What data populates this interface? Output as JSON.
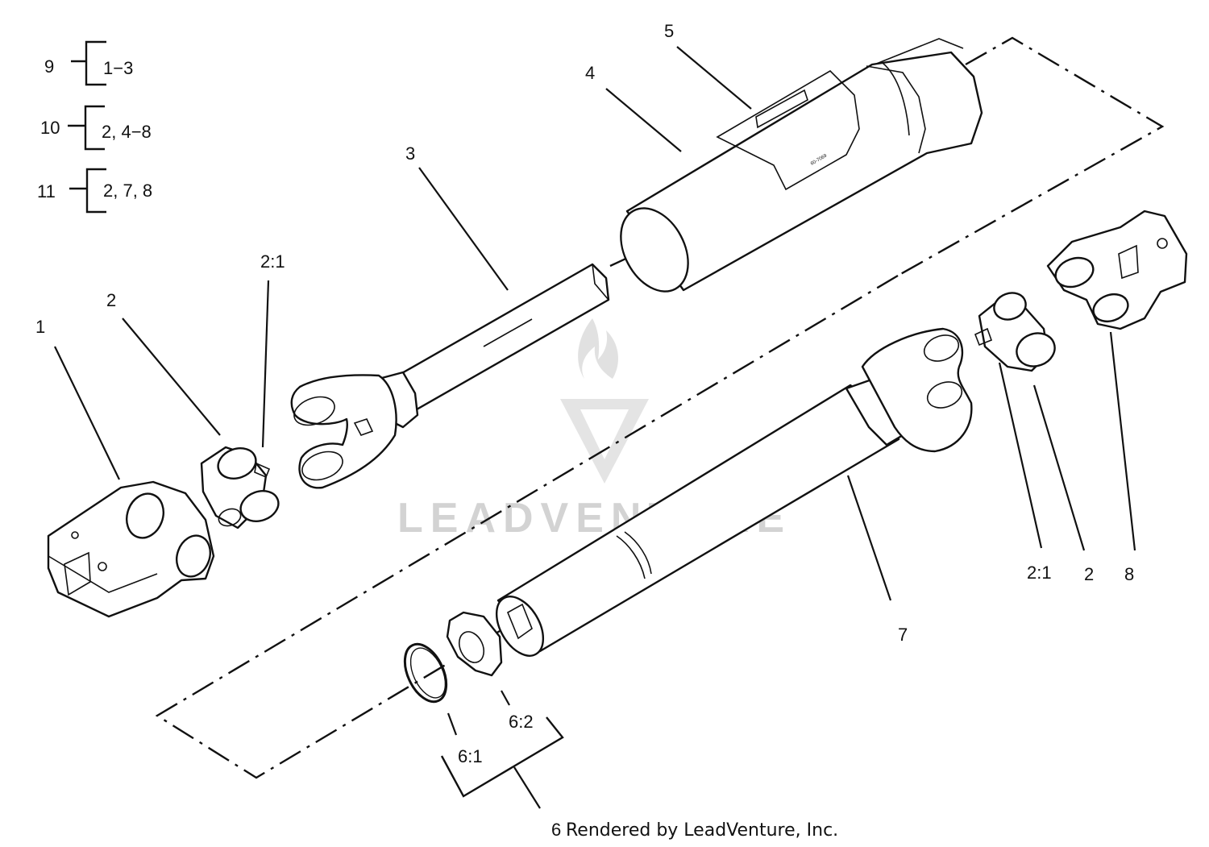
{
  "kits": [
    {
      "number": "9",
      "contents": "1−3"
    },
    {
      "number": "10",
      "contents": "2, 4−8"
    },
    {
      "number": "11",
      "contents": "2, 7, 8"
    }
  ],
  "callouts": {
    "c1": "1",
    "c2_left": "2",
    "c2_1_left": "2:1",
    "c3": "3",
    "c4": "4",
    "c5": "5",
    "c7": "7",
    "c2_1_right": "2:1",
    "c2_right": "2",
    "c8": "8",
    "c6_1": "6:1",
    "c6_2": "6:2"
  },
  "part_label": "60-7069",
  "watermark": "LEADVENTURE",
  "footer": {
    "kit_number": "6",
    "credit": "Rendered by LeadVenture, Inc."
  },
  "colors": {
    "ink": "#111111",
    "watermark": "#cfcfcf"
  }
}
